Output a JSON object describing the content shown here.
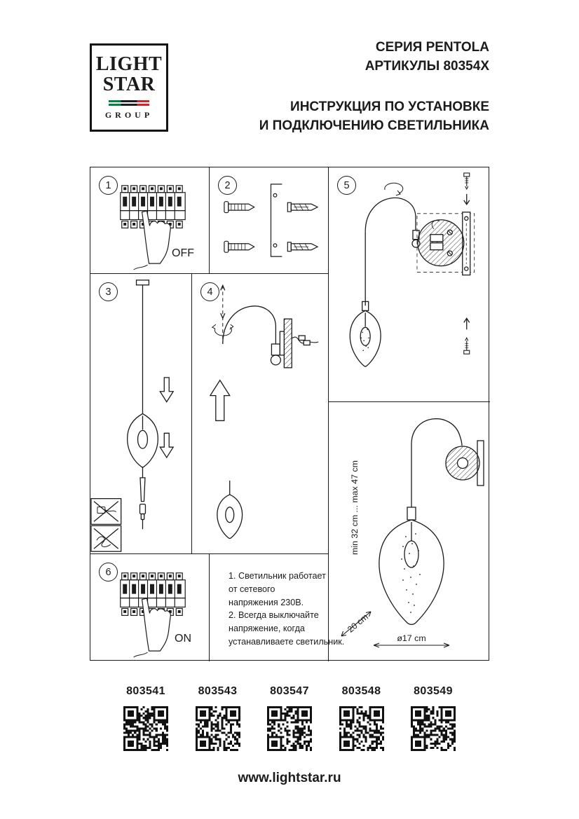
{
  "logo": {
    "line1": "LIGHT",
    "line2": "STAR",
    "line3": "GROUP",
    "flag_green": "#00853e",
    "flag_red": "#d2232a"
  },
  "header": {
    "series": "СЕРИЯ PENTOLA",
    "articles": "АРТИКУЛЫ 80354X",
    "instruction_line1": "ИНСТРУКЦИЯ ПО УСТАНОВКЕ",
    "instruction_line2": "И ПОДКЛЮЧЕНИЮ СВЕТИЛЬНИКА"
  },
  "steps": {
    "s1": {
      "number": "1",
      "caption": "OFF"
    },
    "s2": {
      "number": "2"
    },
    "s3": {
      "number": "3"
    },
    "s4": {
      "number": "4"
    },
    "s5": {
      "number": "5"
    },
    "s6": {
      "number": "6",
      "caption": "ON"
    }
  },
  "notes": [
    "1. Светильник работает",
    "от сетевого",
    "напряжения 230В.",
    "2. Всегда выключайте",
    "напряжение, когда",
    "устанавливаете светильник."
  ],
  "dimensions": {
    "height_range": "min 32 cm ... max 47 cm",
    "depth": "20 cm",
    "diameter": "ø17 cm"
  },
  "qr_codes": [
    "803541",
    "803543",
    "803547",
    "803548",
    "803549"
  ],
  "footer": {
    "website": "www.lightstar.ru"
  },
  "colors": {
    "ink": "#1b1b1b",
    "paper": "#ffffff"
  }
}
